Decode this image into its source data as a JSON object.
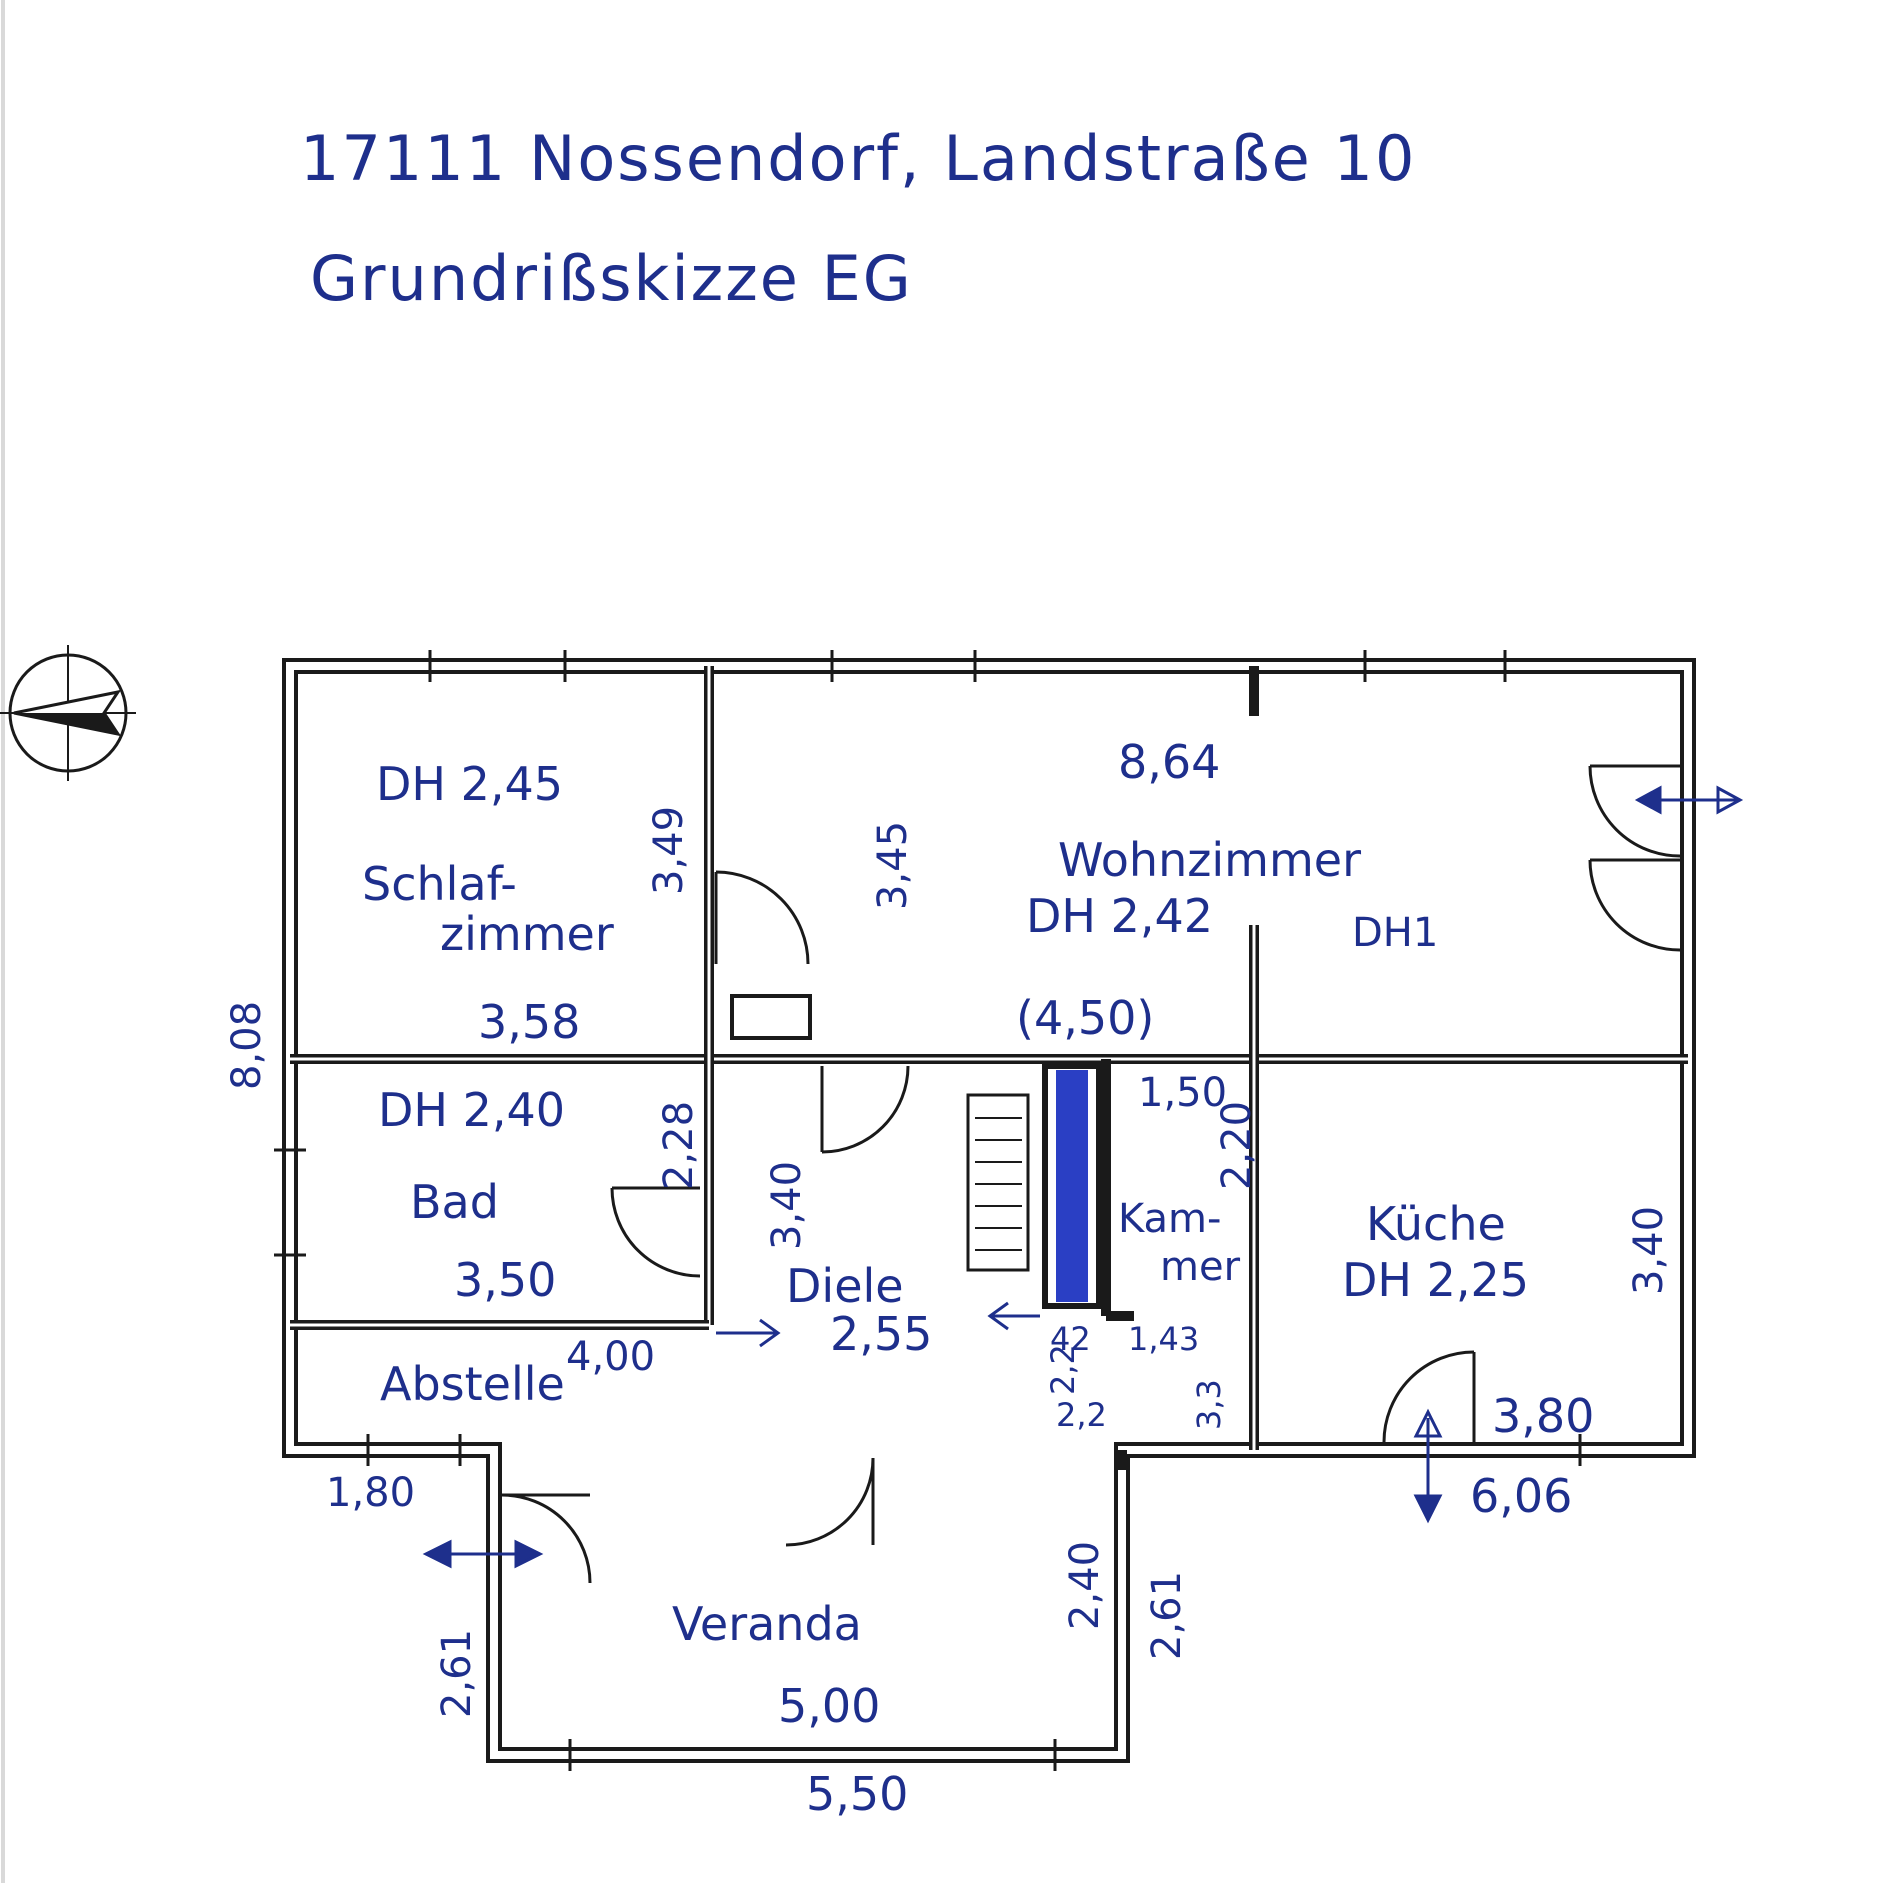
{
  "title": {
    "line1": "17111 Nossendorf, Landstraße 10",
    "line2": "Grundrißskizze EG"
  },
  "rooms": {
    "schlafzimmer": {
      "dh": "DH 2,45",
      "name1": "Schlaf-",
      "name2": "zimmer",
      "w": "3,58",
      "h": "3,49"
    },
    "wohnzimmer": {
      "top": "8,64",
      "name": "Wohnzimmer",
      "dh": "DH 2,42",
      "h": "3,45",
      "bottom": "(4,50)",
      "dh_right": "DH1"
    },
    "bad": {
      "dh": "DH 2,40",
      "name": "Bad",
      "w": "3,50",
      "h": "2,28"
    },
    "diele": {
      "name": "Diele",
      "w": "2,55",
      "h": "3,40"
    },
    "kammer": {
      "top": "1,50",
      "name1": "Kam-",
      "name2": "mer",
      "h": "2,20",
      "b1": "42",
      "b2": "1,43",
      "b3": "2,2"
    },
    "kueche": {
      "name": "Küche",
      "dh": "DH 2,25",
      "h": "3,40",
      "w": "3,80"
    },
    "abstelle": {
      "name": "Abstelle",
      "w": "4,00"
    },
    "veranda": {
      "name": "Veranda",
      "w": "5,00",
      "left_h": "2,61",
      "right_h": "2,40",
      "outer_h": "2,61"
    }
  },
  "dimensions": {
    "left_total": "8,08",
    "bottom_left": "1,80",
    "bottom_right": "6,06",
    "veranda_bottom": "5,50",
    "small_a": "2,2",
    "small_b": "3,3"
  },
  "colors": {
    "ink": "#1e2f8c",
    "wall": "#1a1a1a",
    "chimney": "#2a3fc4"
  },
  "icons": {
    "compass": "compass-north-arrow",
    "door": "door-swing-arc",
    "stairs": "stairs-steps",
    "window": "window-box",
    "exit": "double-arrow"
  }
}
